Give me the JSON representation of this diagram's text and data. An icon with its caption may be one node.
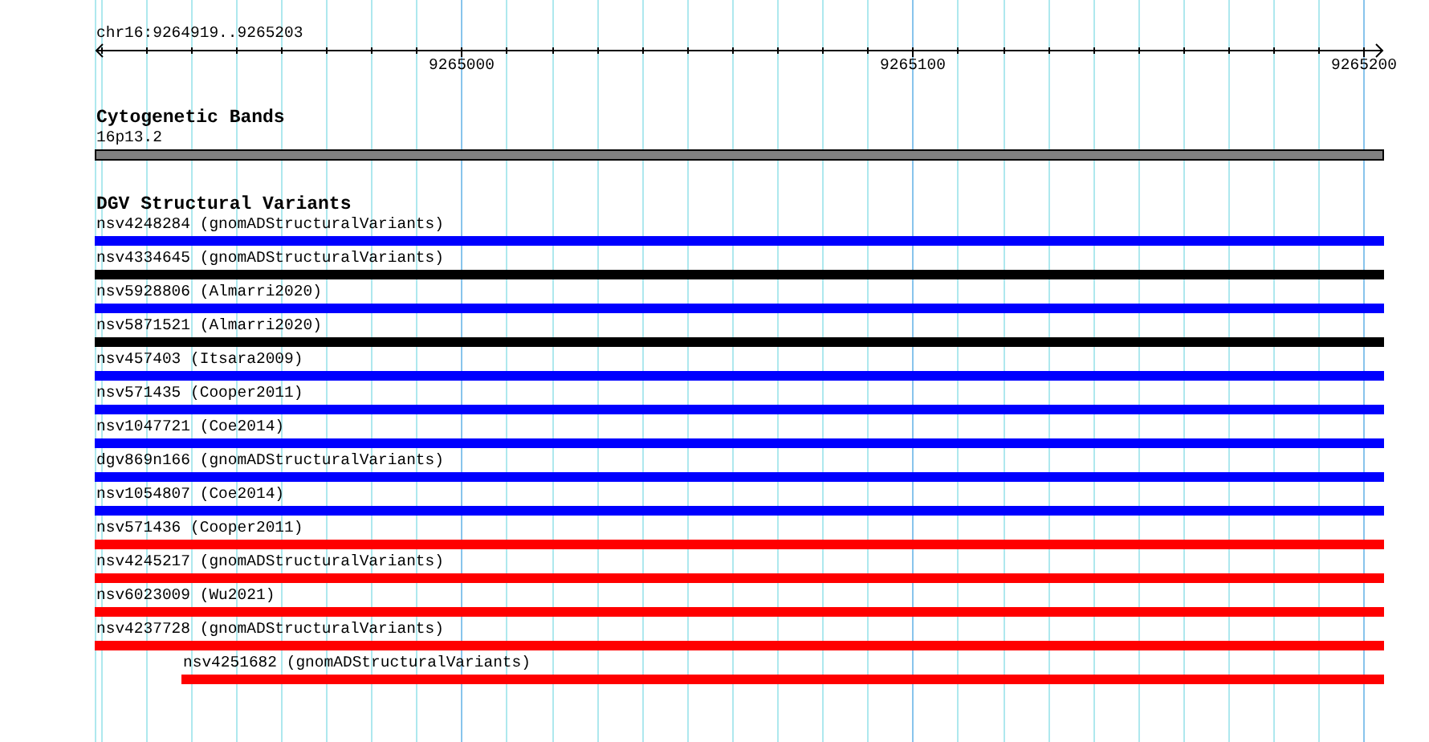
{
  "diagram": {
    "nodes": [
      {
        "text": [
          "16p13.2"
        ]
      },
      {
        "text": [
          "nsv4248284 (gnomADStructuralVariants)"
        ]
      },
      {
        "text": [
          "nsv4334645 (gnomADStructuralVariants)"
        ]
      },
      {
        "text": [
          "nsv5928806 (Almarri2020)"
        ]
      },
      {
        "text": [
          "nsv5871521 (Almarri2020)"
        ]
      },
      {
        "text": [
          "nsv457403 (Itsara2009)"
        ]
      },
      {
        "text": [
          "nsv571435 (Cooper2011)"
        ]
      },
      {
        "text": [
          "nsv1047721 (Coe2014)"
        ]
      },
      {
        "text": [
          "dgv869n166 (gnomADStructuralVariants)"
        ]
      },
      {
        "text": [
          "nsv1054807 (Coe2014)"
        ]
      },
      {
        "text": [
          "nsv571436 (Cooper2011)"
        ]
      },
      {
        "text": [
          "nsv4245217 (gnomADStructuralVariants)"
        ]
      },
      {
        "text": [
          "nsv6023009 (Wu2021)"
        ]
      },
      {
        "text": [
          "nsv4237728 (gnomADStructuralVariants)"
        ]
      },
      {
        "text": [
          "nsv4251682 (gnomADStructuralVariants)"
        ]
      }
    ],
    "labels": [
      "chr16:9264919..9265203",
      "9265000",
      "9265100",
      "9265200",
      "Cytogenetic Bands",
      "DGV Structural Variants"
    ]
  }
}
